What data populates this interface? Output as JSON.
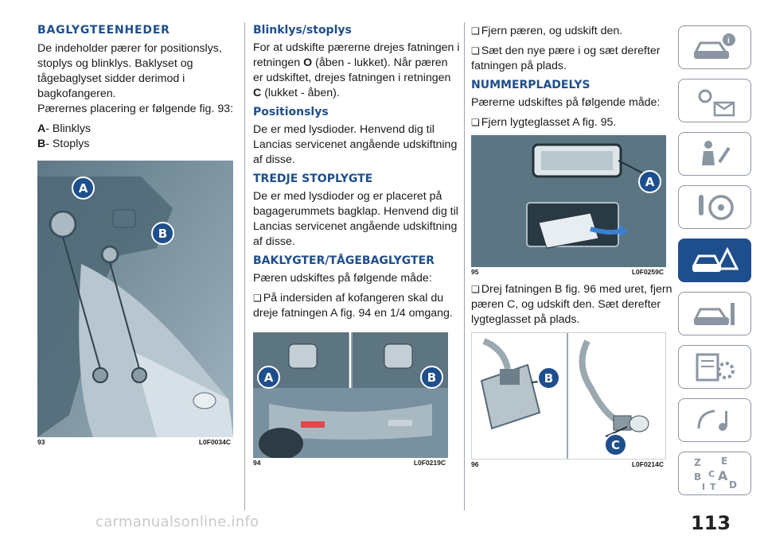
{
  "col1": {
    "heading": "BAGLYGTEENHEDER",
    "intro": "De indeholder pærer for positionslys, stoplys og blinklys. Baklyset og tågebaglyset sidder derimod i bagkofangeren.",
    "placement": "Pærernes placering er følgende fig. 93:",
    "items": [
      {
        "key": "A",
        "text": "- Blinklys"
      },
      {
        "key": "B",
        "text": "- Stoplys"
      }
    ],
    "figure": {
      "number": "93",
      "code": "L0F0034C",
      "labels": [
        "A",
        "B"
      ]
    }
  },
  "col2": {
    "h_blink": "Blinklys/stoplys",
    "blink_text_1": "For at udskifte pærerne drejes fatningen i retningen ",
    "blink_key_o": "O",
    "blink_text_2": " (åben - lukket). Når pæren er udskiftet, drejes fatningen i retningen ",
    "blink_key_c": "C",
    "blink_text_3": " (lukket - åben).",
    "h_position": "Positionslys",
    "position_text": "De er med lysdioder. Henvend dig til Lancias servicenet angående udskiftning af disse.",
    "h_third": "TREDJE STOPLYGTE",
    "third_text": "De er med lysdioder og er placeret på bagagerummets bagklap. Henvend dig til Lancias servicenet angående udskiftning af disse.",
    "h_rear": "BAKLYGTER/TÅGEBAGLYGTER",
    "rear_intro": "Pæren udskiftes på følgende måde:",
    "rear_step": "På indersiden af kofangeren skal du dreje fatningen A fig. 94 en 1/4 omgang.",
    "figure": {
      "number": "94",
      "code": "L0F0219C",
      "labels": [
        "A",
        "B"
      ]
    }
  },
  "col3": {
    "step1": "Fjern pæren, og udskift den.",
    "step2": "Sæt den nye pære i og sæt derefter fatningen på plads.",
    "h_plate": "NUMMERPLADELYS",
    "plate_intro": "Pærerne udskiftes på følgende måde:",
    "plate_step1": "Fjern lygteglasset A fig. 95.",
    "figure95": {
      "number": "95",
      "code": "L0F0259C",
      "labels": [
        "A"
      ]
    },
    "plate_step2": "Drej fatningen B fig. 96 med uret, fjern pæren C, og udskift den. Sæt derefter lygteglasset på plads.",
    "figure96": {
      "number": "96",
      "code": "L0F0214C",
      "labels": [
        "B",
        "C"
      ]
    }
  },
  "sidebar": {
    "tabs": [
      {
        "icon": "car-info-icon"
      },
      {
        "icon": "warning-lights-icon"
      },
      {
        "icon": "seat-airbag-icon"
      },
      {
        "icon": "key-steering-wheel-icon"
      },
      {
        "icon": "breakdown-car-icon",
        "active": true
      },
      {
        "icon": "car-service-icon"
      },
      {
        "icon": "technical-data-icon"
      },
      {
        "icon": "multimedia-icon"
      },
      {
        "icon": "index-icon",
        "letters": [
          "Z",
          "E",
          "B",
          "A",
          "I",
          "C",
          "T",
          "D"
        ]
      }
    ],
    "accent": "#1e4e8c"
  },
  "page_number": "113",
  "watermark": "carmanualsonline.info"
}
